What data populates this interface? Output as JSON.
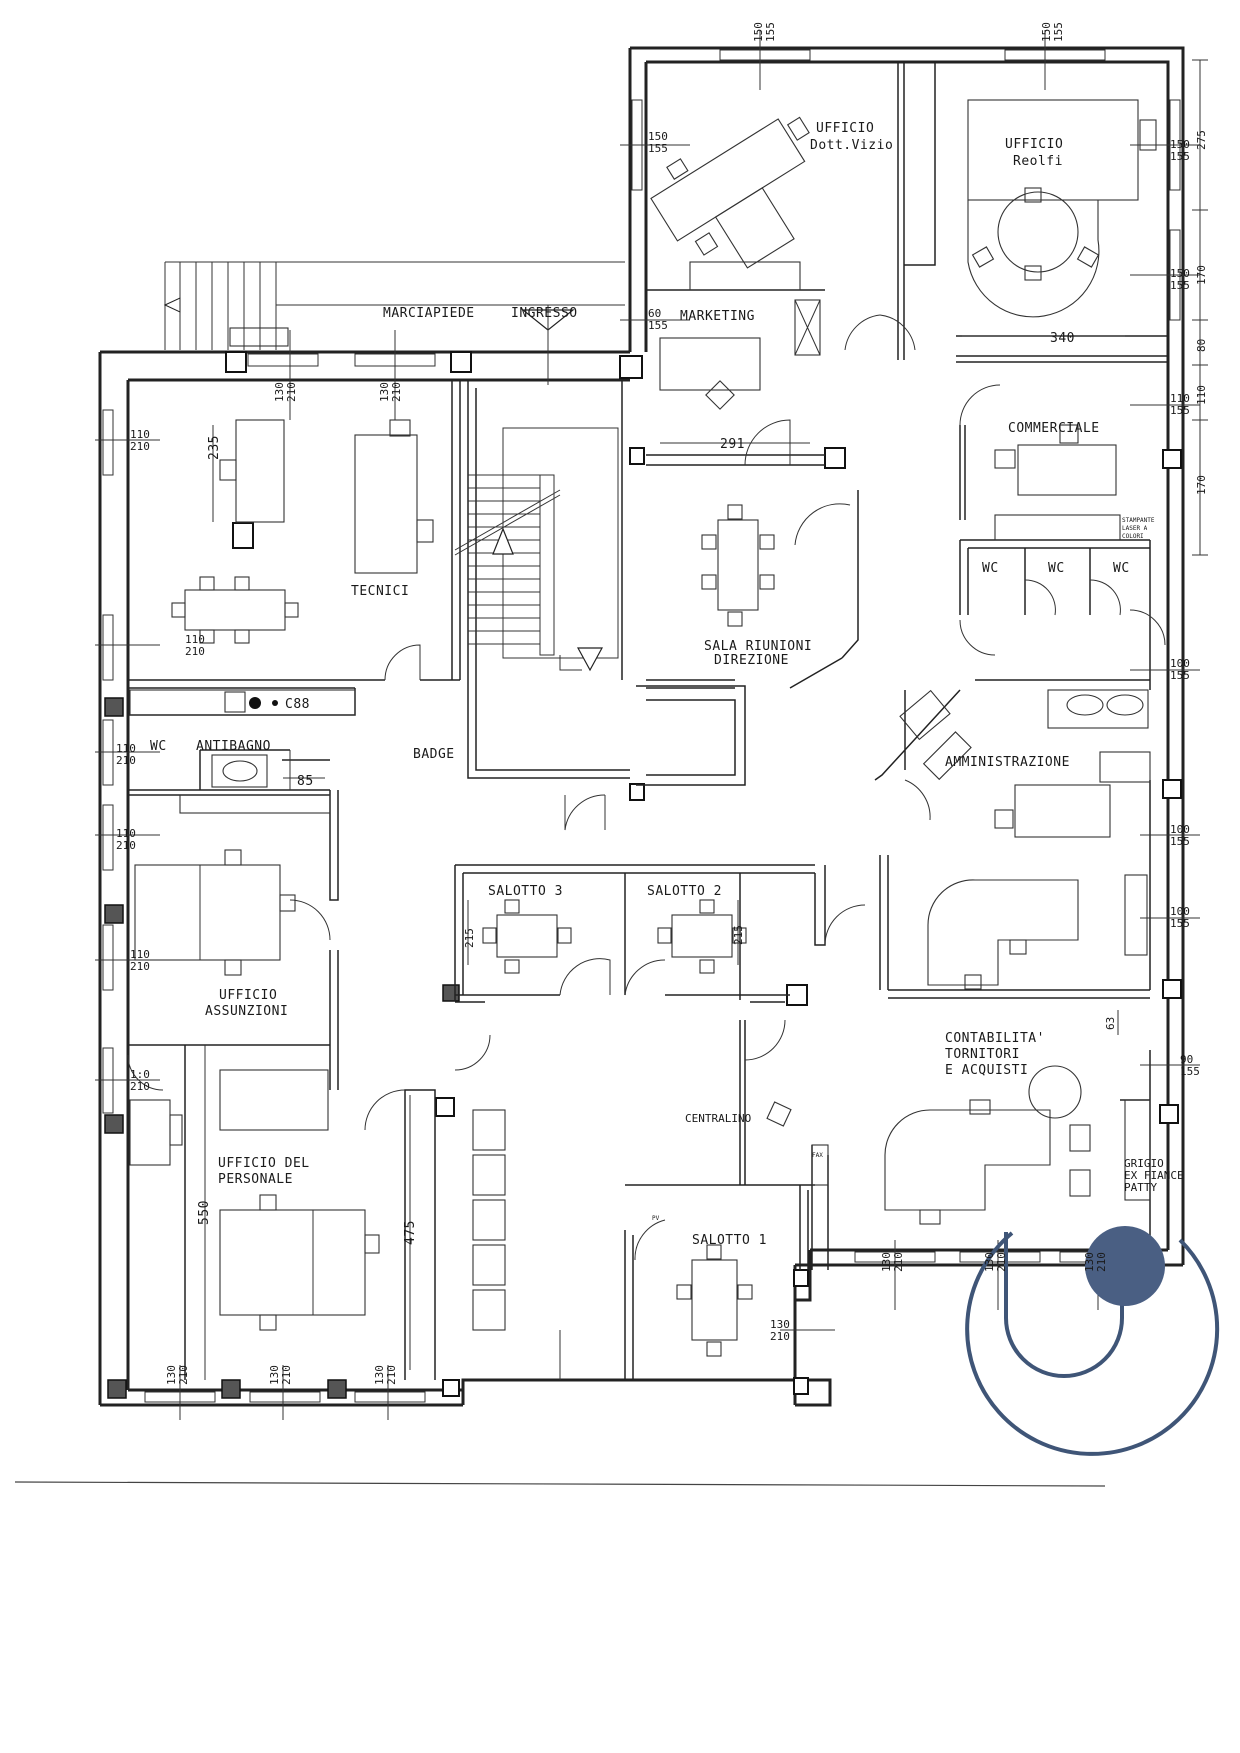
{
  "rooms": {
    "marciapiede": "MARCIAPIEDE",
    "ingresso": "INGRESSO",
    "ufficio_vizio_1": "UFFICIO",
    "ufficio_vizio_2": "Dott.Vizio",
    "ufficio_reolfi_1": "UFFICIO",
    "ufficio_reolfi_2": "Reolfi",
    "marketing": "MARKETING",
    "commerciale": "COMMERCIALE",
    "tecnici": "TECNICI",
    "sala_riunioni_1": "SALA RIUNIONI",
    "sala_riunioni_2": "DIREZIONE",
    "wc1": "WC",
    "wc2": "WC",
    "wc3": "WC",
    "wc_antibagno_1": "WC",
    "wc_antibagno_2": "ANTIBAGNO",
    "badge": "BADGE",
    "amministrazione": "AMMINISTRAZIONE",
    "salotto3": "SALOTTO 3",
    "salotto2": "SALOTTO 2",
    "ufficio_assunzioni_1": "UFFICIO",
    "ufficio_assunzioni_2": "ASSUNZIONI",
    "contabilita_1": "CONTABILITA'",
    "contabilita_2": "TORNITORI",
    "contabilita_3": "E ACQUISTI",
    "centralino": "CENTRALINO",
    "ufficio_personale_1": "UFFICIO DEL",
    "ufficio_personale_2": "PERSONALE",
    "salotto1": "SALOTTO 1",
    "grigio_1": "GRIGIO",
    "grigio_2": "EX FIANCE",
    "grigio_3": "PATTY",
    "stampante_1": "STAMPANTE",
    "stampante_2": "LASER A",
    "stampante_3": "COLORI",
    "c88": "C88",
    "fax": "FAX",
    "pv": "PV"
  },
  "dims": {
    "d275": "275",
    "d170a": "170",
    "d80": "80",
    "d110v": "110",
    "d170b": "170",
    "d340": "340",
    "d291": "291",
    "d235": "235",
    "d85": "85",
    "d550": "550",
    "d475": "475",
    "d215a": "215",
    "d215b": "215",
    "d63": "63",
    "w150": "150",
    "w155": "155",
    "w110": "110",
    "w210": "210",
    "w130": "130",
    "w60": "60",
    "w100": "100",
    "w90": "90",
    "w1_0": "1:0"
  },
  "colors": {
    "line": "#222222",
    "logo_stroke": "#3f5577",
    "logo_fill": "#4a5f83"
  },
  "icons": {
    "logo": "u-shaped-watermark-logo",
    "north_arrow": "triangle-arrow"
  }
}
